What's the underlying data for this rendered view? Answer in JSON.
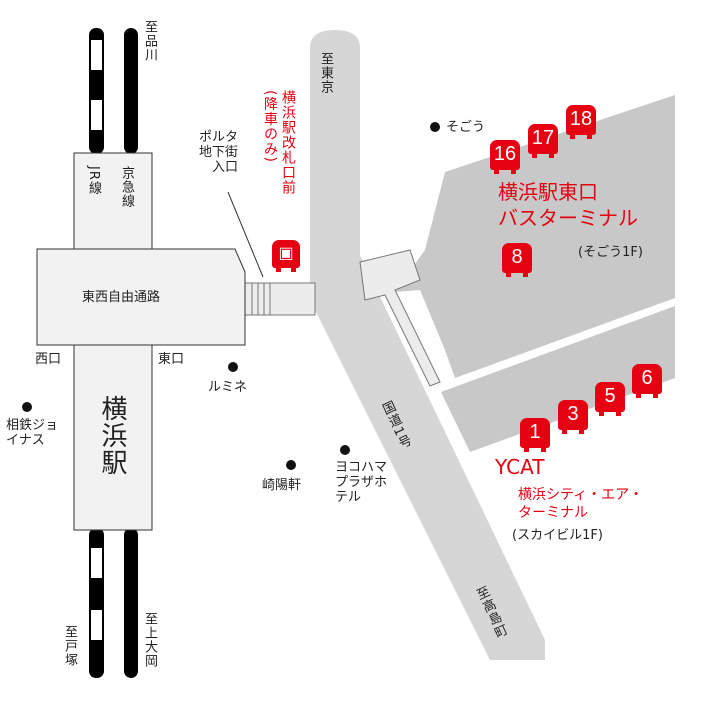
{
  "colors": {
    "accent": "#e50012",
    "road": "#d6d6d6",
    "terminal": "#c8c8c8"
  },
  "directions": {
    "shinagawa": "至品川",
    "tokyo": "至東京",
    "totsuka": "至戸塚",
    "kamiooka": "至上大岡",
    "takashimacho": "至高島町"
  },
  "lines": {
    "jr": "JR線",
    "keikyu": "京急線"
  },
  "station": {
    "name": "横浜駅",
    "passage": "東西自由通路",
    "west_exit": "西口",
    "east_exit": "東口"
  },
  "porta": "ポルタ地下街入口",
  "kaisatsu_stop": {
    "name": "横浜駅改札口前",
    "note": "(降車のみ)",
    "icon": "bus-icon"
  },
  "road": "国道1号",
  "landmarks": {
    "sogo": "そごう",
    "lumine": "ルミネ",
    "sotetsu": "相鉄ジョイナス",
    "kiyoken": "崎陽軒",
    "yokohama_plaza": "ヨコハマプラザホテル"
  },
  "east_terminal": {
    "name_line1": "横浜駅東口",
    "name_line2": "バスターミナル",
    "floor": "(そごう1F)",
    "stops": [
      "16",
      "17",
      "18",
      "8"
    ]
  },
  "ycat": {
    "title": "YCAT",
    "name_line1": "横浜シティ・エア・",
    "name_line2": "ターミナル",
    "floor": "(スカイビル1F)",
    "stops": [
      "1",
      "3",
      "5",
      "6"
    ]
  }
}
